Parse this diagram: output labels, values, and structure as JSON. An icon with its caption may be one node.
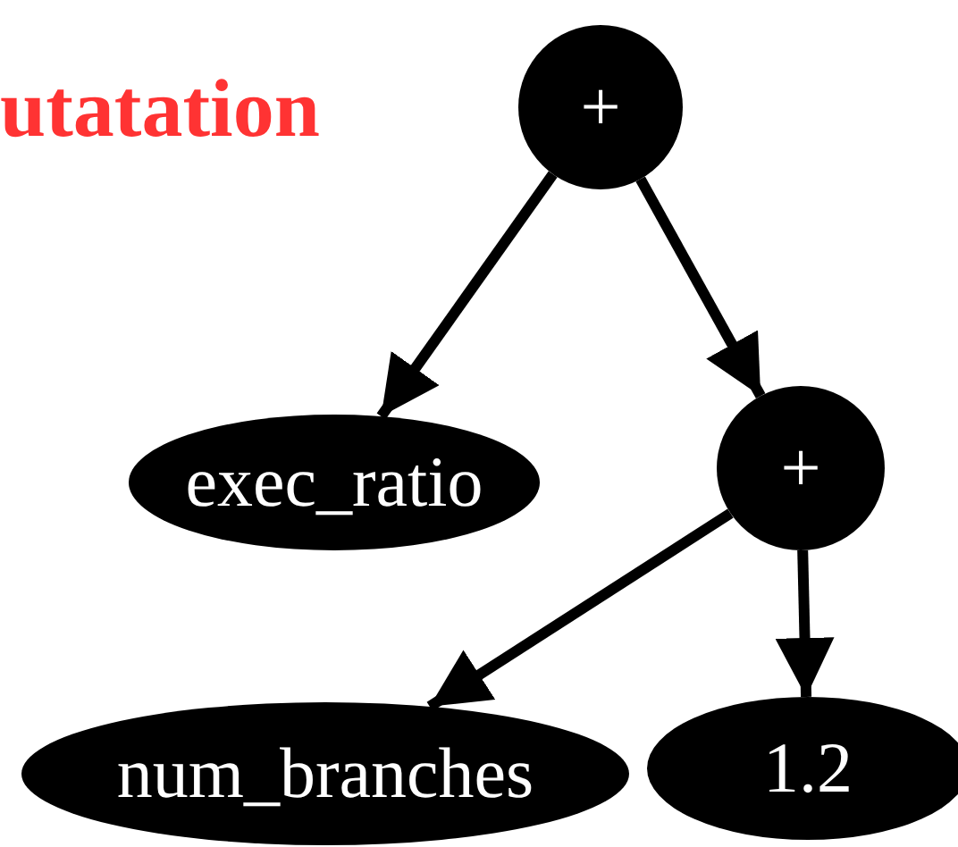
{
  "diagram": {
    "nodes": [
      {
        "text": [
          "+"
        ]
      },
      {
        "text": [
          "exec_ratio"
        ]
      },
      {
        "text": [
          "+"
        ]
      },
      {
        "text": [
          "num_branches"
        ]
      },
      {
        "text": [
          "1.2"
        ]
      }
    ],
    "edges": [
      {
        "from": 0,
        "to": 1,
        "arrow": "to"
      },
      {
        "from": 0,
        "to": 2,
        "arrow": "to"
      },
      {
        "from": 2,
        "to": 3,
        "arrow": "to"
      },
      {
        "from": 2,
        "to": 4,
        "arrow": "to"
      }
    ],
    "labels": [
      "utatation"
    ]
  }
}
